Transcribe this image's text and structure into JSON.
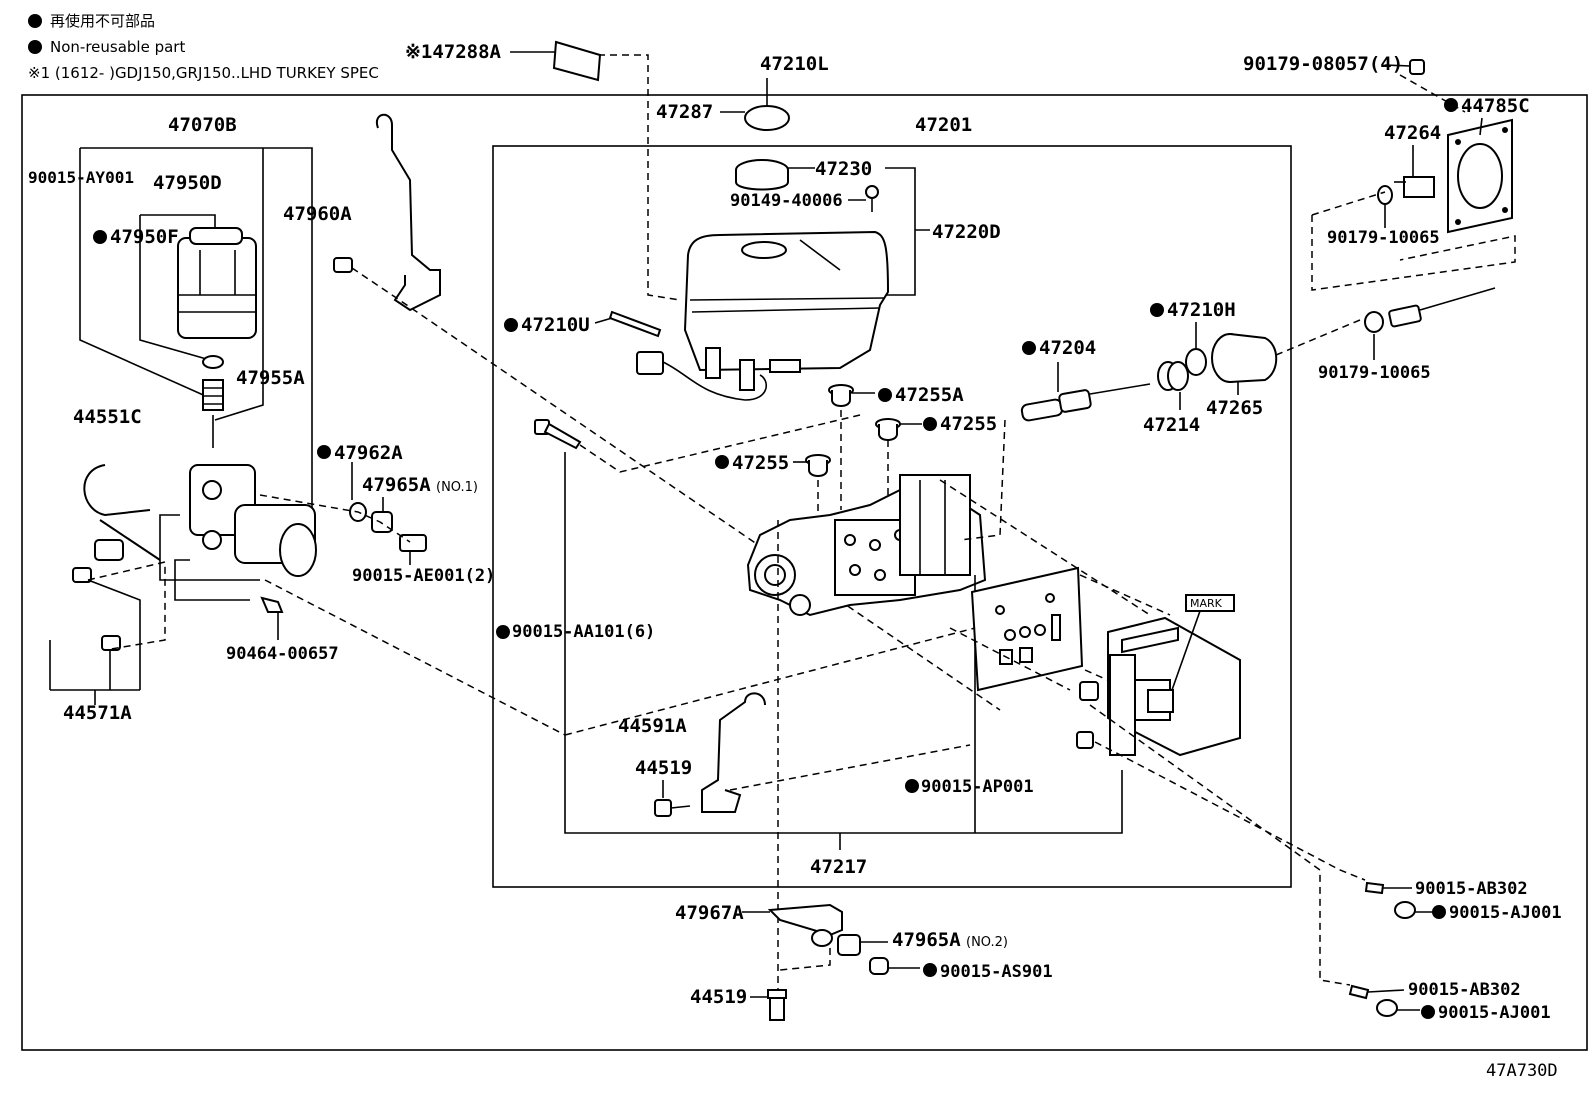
{
  "legend": {
    "line1": "再使用不可部品",
    "line2": "Non-reusable part",
    "line3": "※1 (1612-      )GDJ150,GRJ150..LHD TURKEY SPEC"
  },
  "diagram_code": "47A730D",
  "parts": {
    "p147288A": "※147288A",
    "p47210L": "47210L",
    "p90179_08057": "90179-08057(4)",
    "p47287": "47287",
    "p44785C": "44785C",
    "p47070B": "47070B",
    "p47201": "47201",
    "p47264": "47264",
    "p90015_AY001": "90015-AY001",
    "p47950D": "47950D",
    "p47230": "47230",
    "p90149_40006": "90149-40006",
    "p47950F": "47950F",
    "p47960A": "47960A",
    "p47220D": "47220D",
    "p90179_10065a": "90179-10065",
    "p47210H": "47210H",
    "p47210U": "47210U",
    "p90179_10065b": "90179-10065",
    "p47204": "47204",
    "p47955A": "47955A",
    "p47255A": "47255A",
    "p47265": "47265",
    "p44551C": "44551C",
    "p47255a": "47255",
    "p47214": "47214",
    "p47962A": "47962A",
    "p47255b": "47255",
    "p47965A_1": "47965A",
    "p47965A_1_note": "(NO.1)",
    "p90015_AE001": "90015-AE001(2)",
    "p90015_AA101": "90015-AA101(6)",
    "p90464_00657": "90464-00657",
    "mark": "MARK",
    "p44571A": "44571A",
    "p44591A": "44591A",
    "p44519a": "44519",
    "p90015_AP001": "90015-AP001",
    "p47217": "47217",
    "p90015_AB302a": "90015-AB302",
    "p90015_AJ001a": "90015-AJ001",
    "p47967A": "47967A",
    "p47965A_2": "47965A",
    "p47965A_2_note": "(NO.2)",
    "p90015_AS901": "90015-AS901",
    "p44519b": "44519",
    "p90015_AB302b": "90015-AB302",
    "p90015_AJ001b": "90015-AJ001"
  }
}
